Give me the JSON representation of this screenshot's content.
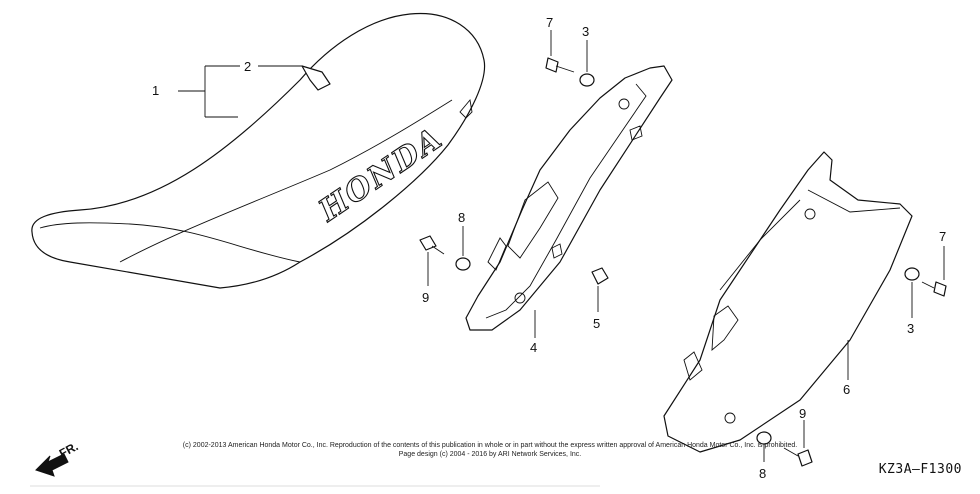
{
  "diagram": {
    "callouts": [
      {
        "key": "c1",
        "text": "1"
      },
      {
        "key": "c2",
        "text": "2"
      },
      {
        "key": "c7a",
        "text": "7"
      },
      {
        "key": "c3a",
        "text": "3"
      },
      {
        "key": "c8a",
        "text": "8"
      },
      {
        "key": "c9a",
        "text": "9"
      },
      {
        "key": "c4",
        "text": "4"
      },
      {
        "key": "c5",
        "text": "5"
      },
      {
        "key": "c7b",
        "text": "7"
      },
      {
        "key": "c3b",
        "text": "3"
      },
      {
        "key": "c6",
        "text": "6"
      },
      {
        "key": "c9b",
        "text": "9"
      },
      {
        "key": "c8b",
        "text": "8"
      }
    ],
    "seat_brand": "HONDA",
    "direction_label": "FR.",
    "figure_code": "KZ3A–F1300",
    "copyright_line1": "(c) 2002-2013 American Honda Motor Co., Inc. Reproduction of the contents of this publication in whole or in part without the express written approval of American Honda Motor Co., Inc. is prohibited.",
    "copyright_line2": "Page design (c) 2004 - 2016 by ARI Network Services, Inc."
  }
}
